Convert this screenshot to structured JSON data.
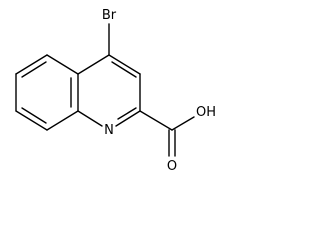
{
  "molecule": {
    "atoms": {
      "bromine": "Br",
      "nitrogen": "N",
      "hydroxyl": "OH",
      "carbonyl_oxygen": "O"
    }
  },
  "colors": {
    "bond": "#000000",
    "label": "#000000",
    "background": "#ffffff"
  }
}
